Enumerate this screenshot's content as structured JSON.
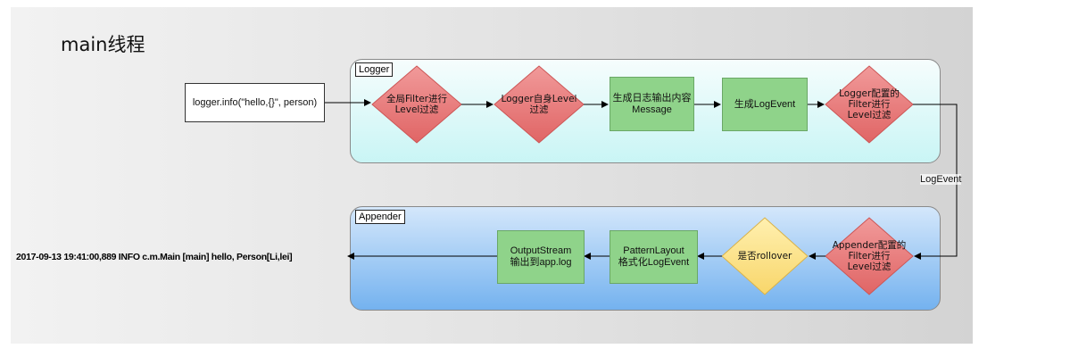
{
  "title": "main线程",
  "lanes": {
    "logger": "Logger",
    "appender": "Appender"
  },
  "nodes": {
    "start": "logger.info(\"hello,{}\", person)",
    "global_filter": "全局Filter进行\nLevel过滤",
    "logger_level": "Logger自身Level\n过滤",
    "generate_message": "生成日志输出内容\nMessage",
    "generate_logevent": "生成LogEvent",
    "logger_filter": "Logger配置的\nFilter进行\nLevel过滤",
    "appender_filter": "Appender配置的\nFilter进行\nLevel过滤",
    "rollover": "是否rollover",
    "pattern_layout": "PatternLayout\n格式化LogEvent",
    "output_stream": "OutputStream\n输出到app.log"
  },
  "edge_label": "LogEvent",
  "output": "2017-09-13 19:41:00,889 INFO c.m.Main [main] hello, Person[Li,lei]",
  "colors": {
    "diamond_red": "#ea7a7a",
    "diamond_yellow": "#fde38a",
    "box_green": "#8fd38a",
    "lane_logger": "#c9f5f5",
    "lane_appender": "#74b2ef"
  }
}
